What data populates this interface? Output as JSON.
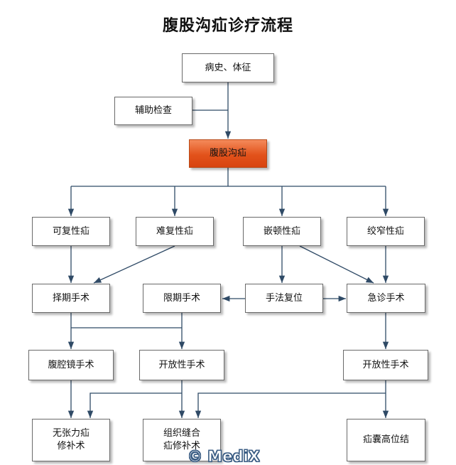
{
  "title": "腹股沟疝诊疗流程",
  "nodes": {
    "history": "病史、体征",
    "aux_exam": "辅助检查",
    "hernia": "腹股沟疝",
    "reducible": "可复性疝",
    "irreducible": "难复性疝",
    "incarcerated": "嵌顿性疝",
    "strangulated": "绞窄性疝",
    "elective": "择期手术",
    "limited": "限期手术",
    "manual": "手法复位",
    "emergency": "急诊手术",
    "laparoscopic": "腹腔镜手术",
    "open1": "开放性手术",
    "open2": "开放性手术",
    "tensionfree": "无张力疝\n修补术",
    "tissue": "组织缝合\n疝修补术",
    "highlig": "疝囊高位结"
  },
  "watermark": "© MediX",
  "colors": {
    "accent": "#e2521b",
    "line": "#2f4a66"
  }
}
